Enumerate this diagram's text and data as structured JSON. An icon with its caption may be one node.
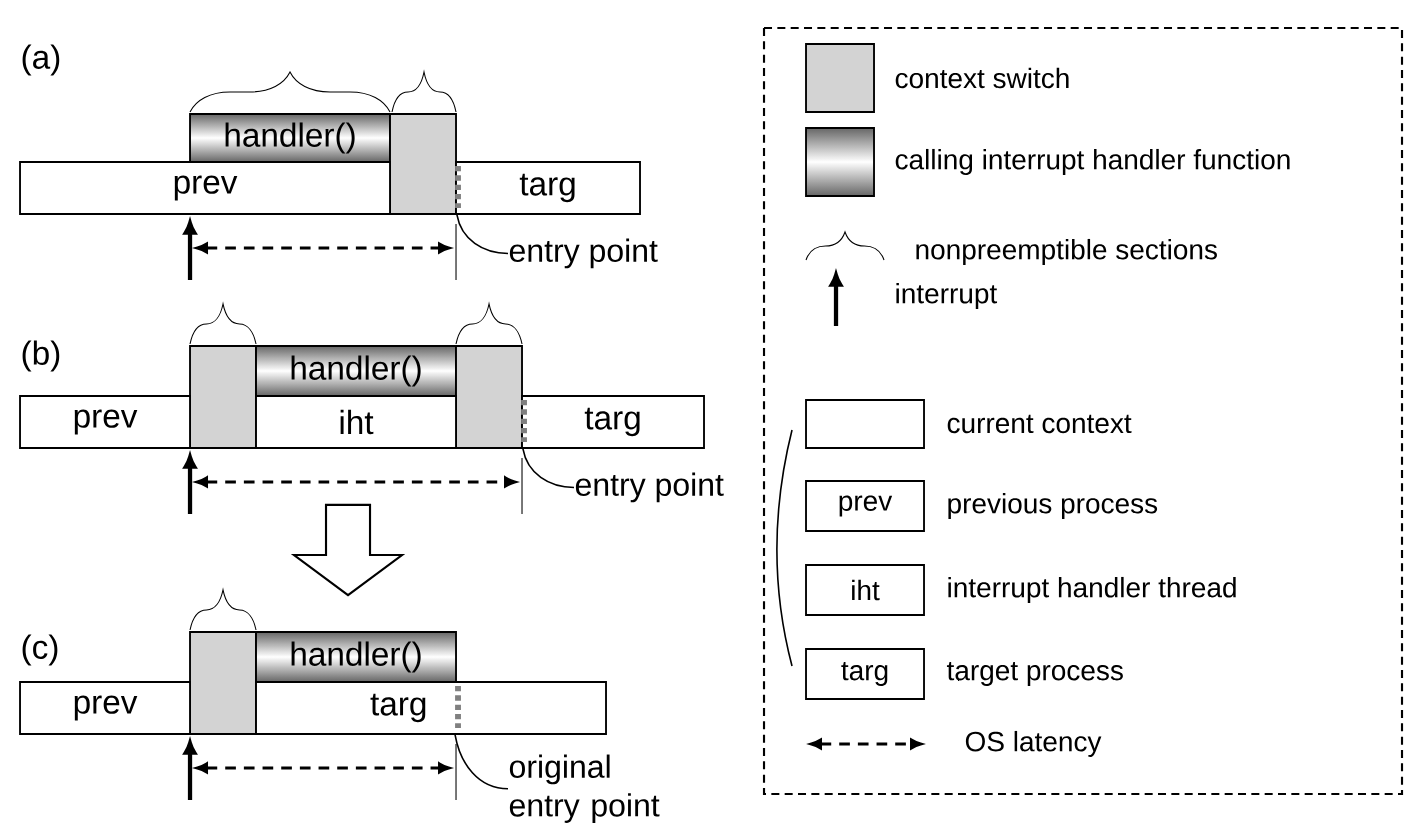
{
  "diagram": {
    "nodes": [
      {
        "text": [
          "handler()"
        ]
      },
      {
        "text": [],
        "shape": "box"
      },
      {
        "text": [
          "prev"
        ]
      },
      {
        "text": [
          "targ"
        ]
      },
      {
        "text": [
          "entry point"
        ]
      },
      {
        "text": [],
        "shape": "box"
      },
      {
        "text": [
          "handler()"
        ]
      },
      {
        "text": [],
        "shape": "box"
      },
      {
        "text": [
          "prev"
        ]
      },
      {
        "text": [
          "iht"
        ]
      },
      {
        "text": [
          "targ"
        ]
      },
      {
        "text": [
          "entry point"
        ]
      },
      {
        "text": [],
        "shape": "box"
      },
      {
        "text": [
          "handler()"
        ]
      },
      {
        "text": [
          "prev"
        ]
      },
      {
        "text": [
          "targ"
        ]
      },
      {
        "text": [
          "original entry point"
        ]
      }
    ],
    "edges": [
      {
        "from": 4,
        "to": 1,
        "arrow": "none"
      },
      {
        "from": 9,
        "to": 13,
        "arrow": "to"
      },
      {
        "from": 11,
        "to": 7,
        "arrow": "none"
      },
      {
        "from": 16,
        "to": 15,
        "arrow": "none"
      }
    ],
    "labels": [
      "(a)",
      "(b)",
      "(c)",
      "prev",
      "iht",
      "targ"
    ],
    "legend": [
      {
        "text": "context switch",
        "color": "#d3d3d3"
      },
      {
        "text": "calling interrupt handler function"
      },
      {
        "text": "nonpreemptible sections"
      },
      {
        "text": "interrupt"
      },
      {
        "text": "current context"
      },
      {
        "text": "previous process"
      },
      {
        "text": "interrupt handler thread"
      },
      {
        "text": "target process"
      },
      {
        "text": "OS latency"
      }
    ]
  }
}
